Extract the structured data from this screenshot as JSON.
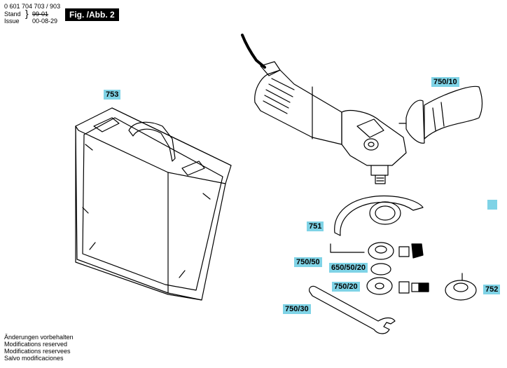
{
  "header": {
    "doc_number": "0 601 704 703 / 903",
    "stand_label": "Stand",
    "stand_value": "99-01",
    "issue_label": "Issue",
    "issue_value": "00-08-29",
    "figure_label": "Fig. /Abb. 2"
  },
  "part_labels": {
    "case": "753",
    "handle": "750/10",
    "guard": "751",
    "flange_set": "750/50",
    "o_ring": "650/50/20",
    "flange": "750/20",
    "clamp_nut": "752",
    "spanner": "750/30"
  },
  "footer": {
    "lines": [
      "Änderungen vorbehalten",
      "Modifications reserved",
      "Modifications reservees",
      "Salvo modificaciones"
    ]
  },
  "colors": {
    "label_bg": "#7fd3e6"
  }
}
